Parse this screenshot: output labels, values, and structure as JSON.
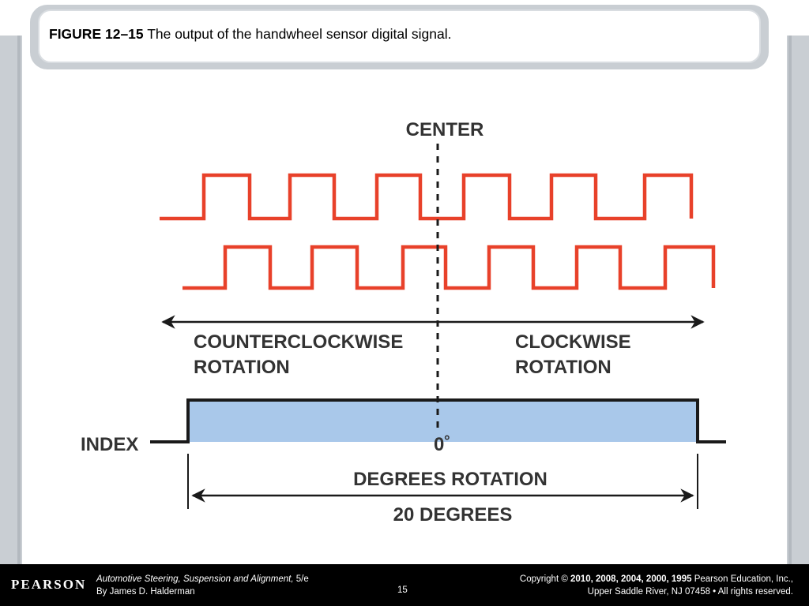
{
  "slide": {
    "figure_number": "FIGURE 12–15",
    "caption": "The output of the handwheel sensor digital signal."
  },
  "diagram": {
    "labels": {
      "center": "CENTER",
      "counterclockwise_line1": "COUNTERCLOCKWISE",
      "counterclockwise_line2": "ROTATION",
      "clockwise_line1": "CLOCKWISE",
      "clockwise_line2": "ROTATION",
      "index": "INDEX",
      "zero": "0˚",
      "degrees_rotation": "DEGREES ROTATION",
      "twenty_degrees": "20 DEGREES"
    },
    "colors": {
      "signal": "#e8412a",
      "index_fill": "#a9c8ea",
      "index_line": "#1a1a1a",
      "label": "#333333"
    }
  },
  "footer": {
    "logo": "PEARSON",
    "book_title": "Automotive Steering, Suspension and Alignment,",
    "edition": " 5/e",
    "author": "By James D. Halderman",
    "page": "15",
    "copyright_prefix": "Copyright © ",
    "copyright_years": "2010, 2008, 2004, 2000, 1995",
    "copyright_holder": " Pearson Education, Inc.,",
    "copyright_line2": "Upper Saddle River, NJ 07458 • All rights reserved."
  }
}
